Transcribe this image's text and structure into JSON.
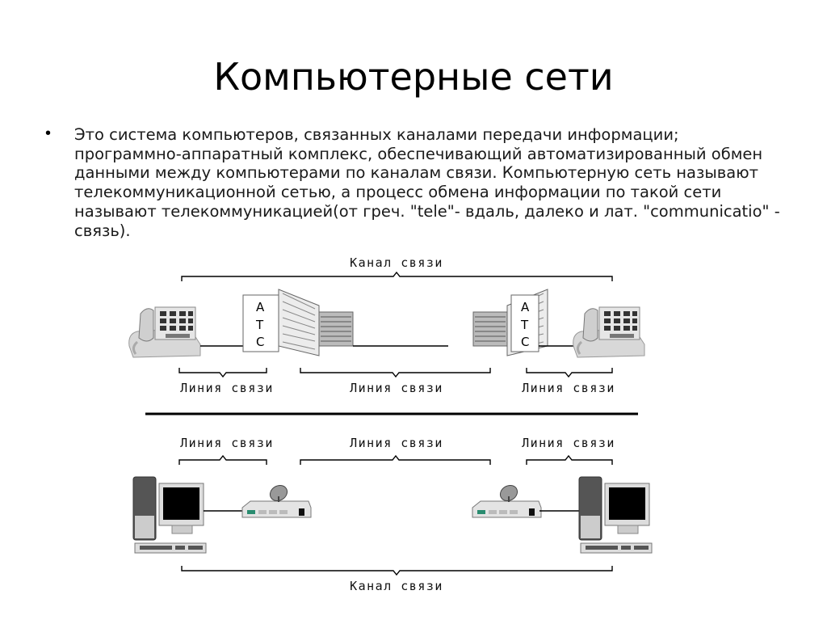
{
  "slide": {
    "title": "Компьютерные сети",
    "bullet_text": "Это система компьютеров, связанных каналами передачи информации; программно-аппаратный комплекс, обеспечивающий автоматизированный обмен данными между компьютерами по каналам связи. Компьютерную сеть называют телекоммуникационной сетью, а процесс обмена информации по такой сети называют телекоммуникацией(от греч. \"tele\"- вдаль, далеко и лат. \"communicatio\" - связь)."
  },
  "diagram": {
    "top": {
      "channel_label": "Канал связи",
      "line_labels": [
        "Линия связи",
        "Линия связи",
        "Линия связи"
      ],
      "atc_letters": [
        "А",
        "Т",
        "С"
      ]
    },
    "bottom": {
      "channel_label": "Канал связи",
      "line_labels": [
        "Линия связи",
        "Линия связи",
        "Линия связи"
      ]
    }
  }
}
